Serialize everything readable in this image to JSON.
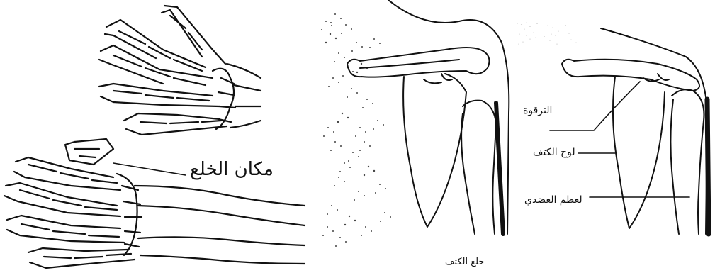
{
  "hands_diagram": {
    "dislocation_site_label": "مكان الخلع"
  },
  "shoulder_diagram": {
    "labels": {
      "clavicle": "الترقوة",
      "scapula": "لوح الكتف",
      "humerus": "لعظم العضدي"
    },
    "caption": "خلع الكتف"
  }
}
